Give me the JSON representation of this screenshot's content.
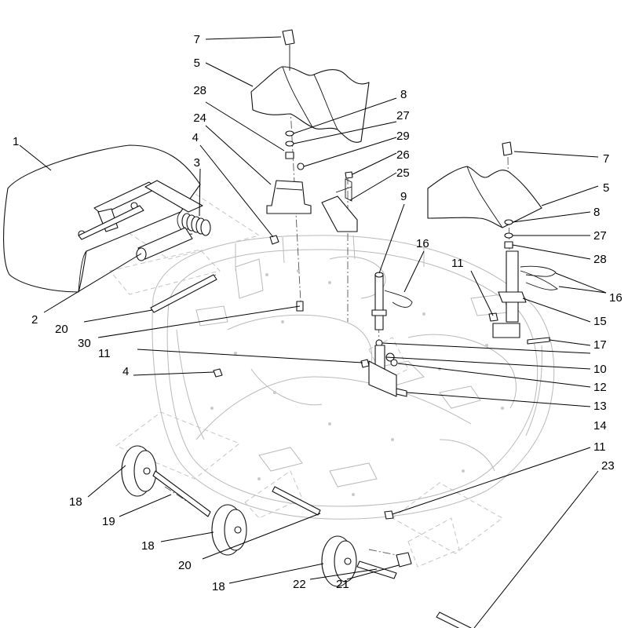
{
  "callouts": [
    {
      "id": "c-7a",
      "text": "7"
    },
    {
      "id": "c-5a",
      "text": "5"
    },
    {
      "id": "c-28a",
      "text": "28"
    },
    {
      "id": "c-24",
      "text": "24"
    },
    {
      "id": "c-8a",
      "text": "8"
    },
    {
      "id": "c-27a",
      "text": "27"
    },
    {
      "id": "c-29",
      "text": "29"
    },
    {
      "id": "c-26",
      "text": "26"
    },
    {
      "id": "c-25",
      "text": "25"
    },
    {
      "id": "c-1",
      "text": "1"
    },
    {
      "id": "c-4a",
      "text": "4"
    },
    {
      "id": "c-3",
      "text": "3"
    },
    {
      "id": "c-9",
      "text": "9"
    },
    {
      "id": "c-16a",
      "text": "16"
    },
    {
      "id": "c-11a",
      "text": "11"
    },
    {
      "id": "c-2",
      "text": "2"
    },
    {
      "id": "c-20a",
      "text": "20"
    },
    {
      "id": "c-30",
      "text": "30"
    },
    {
      "id": "c-11b",
      "text": "11"
    },
    {
      "id": "c-4b",
      "text": "4"
    },
    {
      "id": "c-18a",
      "text": "18"
    },
    {
      "id": "c-19",
      "text": "19"
    },
    {
      "id": "c-18b",
      "text": "18"
    },
    {
      "id": "c-20b",
      "text": "20"
    },
    {
      "id": "c-18c",
      "text": "18"
    },
    {
      "id": "c-22",
      "text": "22"
    },
    {
      "id": "c-21",
      "text": "21"
    },
    {
      "id": "c-7b",
      "text": "7"
    },
    {
      "id": "c-5b",
      "text": "5"
    },
    {
      "id": "c-8b",
      "text": "8"
    },
    {
      "id": "c-27b",
      "text": "27"
    },
    {
      "id": "c-28b",
      "text": "28"
    },
    {
      "id": "c-16b",
      "text": "16"
    },
    {
      "id": "c-15",
      "text": "15"
    },
    {
      "id": "c-17",
      "text": "17"
    },
    {
      "id": "c-10",
      "text": "10"
    },
    {
      "id": "c-12",
      "text": "12"
    },
    {
      "id": "c-13",
      "text": "13"
    },
    {
      "id": "c-14",
      "text": "14"
    },
    {
      "id": "c-11c",
      "text": "11"
    },
    {
      "id": "c-23",
      "text": "23"
    }
  ]
}
